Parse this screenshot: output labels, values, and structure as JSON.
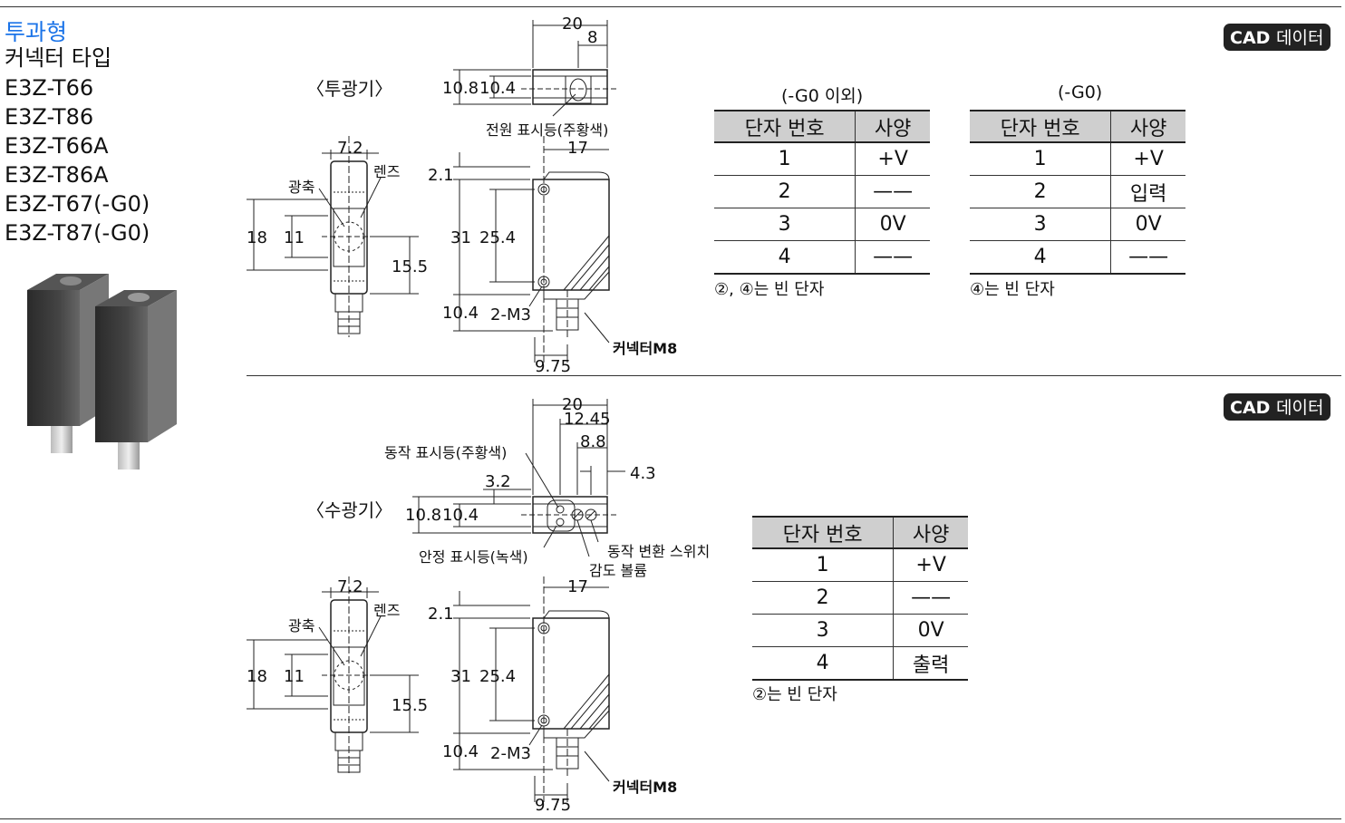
{
  "left": {
    "category": "투과형",
    "subtitle": "커넥터 타입",
    "models": [
      "E3Z-T66",
      "E3Z-T86",
      "E3Z-T66A",
      "E3Z-T86A",
      "E3Z-T67(-G0)",
      "E3Z-T87(-G0)"
    ]
  },
  "cad_label_main": "CAD",
  "cad_label_sub": "데이터",
  "emitter": {
    "heading": "〈투광기〉",
    "dims": {
      "d20": "20",
      "d8": "8",
      "d108": "10.8",
      "d104": "10.4",
      "d72": "7.2",
      "d17": "17",
      "d21": "2.1",
      "d18": "18",
      "d11": "11",
      "d31": "31",
      "d254": "25.4",
      "d155": "15.5",
      "d104b": "10.4",
      "dm3": "2-M3",
      "d975": "9.75"
    },
    "labels": {
      "power": "전원 표시등(주황색)",
      "axis": "광축",
      "lens": "렌즈",
      "connector": "커넥터M8"
    },
    "table_g0_other": {
      "caption": "(-G0 이외)",
      "headers": [
        "단자 번호",
        "사양"
      ],
      "rows": [
        [
          "1",
          "+V"
        ],
        [
          "2",
          "——"
        ],
        [
          "3",
          "0V"
        ],
        [
          "4",
          "——"
        ]
      ],
      "note": "②, ④는 빈 단자"
    },
    "table_g0": {
      "caption": "(-G0)",
      "headers": [
        "단자 번호",
        "사양"
      ],
      "rows": [
        [
          "1",
          "+V"
        ],
        [
          "2",
          "입력"
        ],
        [
          "3",
          "0V"
        ],
        [
          "4",
          "——"
        ]
      ],
      "note": "④는 빈 단자"
    }
  },
  "receiver": {
    "heading": "〈수광기〉",
    "dims": {
      "d20": "20",
      "d1245": "12.45",
      "d88": "8.8",
      "d43": "4.3",
      "d32": "3.2",
      "d108": "10.8",
      "d104": "10.4",
      "d72": "7.2",
      "d17": "17",
      "d21": "2.1",
      "d18": "18",
      "d11": "11",
      "d31": "31",
      "d254": "25.4",
      "d155": "15.5",
      "d104b": "10.4",
      "dm3": "2-M3",
      "d975": "9.75"
    },
    "labels": {
      "operation": "동작 표시등(주황색)",
      "stability": "안정 표시등(녹색)",
      "mode_switch": "동작 변환 스위치",
      "sensitivity": "감도 볼륨",
      "axis": "광축",
      "lens": "렌즈",
      "connector": "커넥터M8"
    },
    "table": {
      "headers": [
        "단자 번호",
        "사양"
      ],
      "rows": [
        [
          "1",
          "+V"
        ],
        [
          "2",
          "——"
        ],
        [
          "3",
          "0V"
        ],
        [
          "4",
          "출력"
        ]
      ],
      "note": "②는 빈 단자"
    }
  }
}
